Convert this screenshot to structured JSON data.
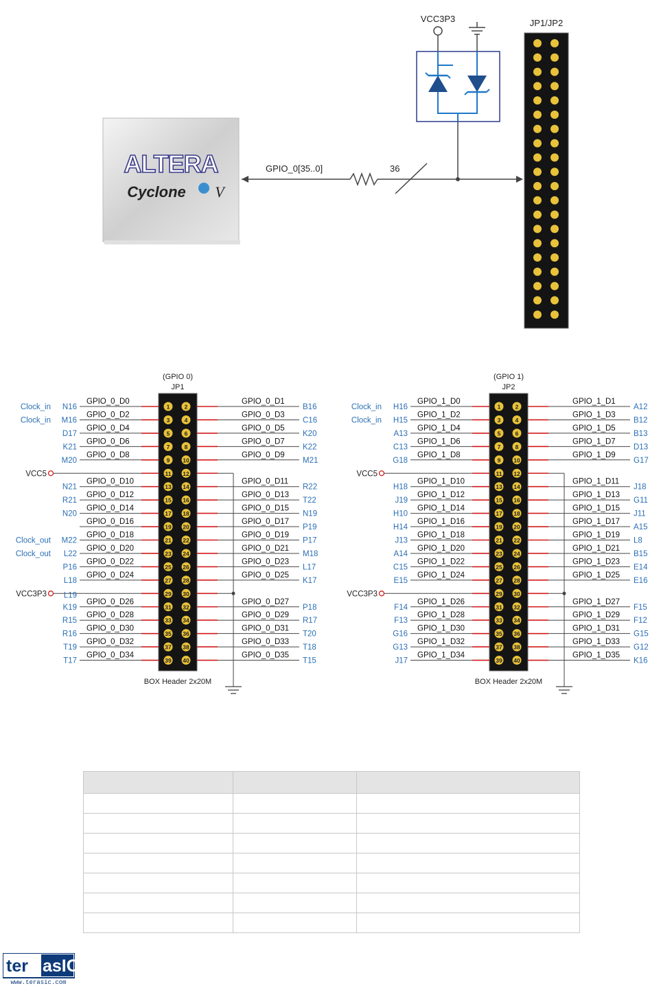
{
  "top_diagram": {
    "vcc_label": "VCC3P3",
    "header_label": "JP1/JP2",
    "bus_label": "GPIO_0[35..0]",
    "bus_width": "36",
    "chip": {
      "brand": "ALTERA",
      "family": "Cyclone",
      "version": "V"
    }
  },
  "headers": [
    {
      "title": "(GPIO 0)",
      "name": "JP1",
      "caption": "BOX Header 2x20M",
      "left_rows": [
        {
          "pin": 1,
          "ext": "Clock_in",
          "fpga": "N16",
          "sig": "GPIO_0_D0"
        },
        {
          "pin": 3,
          "ext": "Clock_in",
          "fpga": "M16",
          "sig": "GPIO_0_D2"
        },
        {
          "pin": 5,
          "ext": "",
          "fpga": "D17",
          "sig": "GPIO_0_D4"
        },
        {
          "pin": 7,
          "ext": "",
          "fpga": "K21",
          "sig": "GPIO_0_D6"
        },
        {
          "pin": 9,
          "ext": "",
          "fpga": "M20",
          "sig": "GPIO_0_D8"
        },
        {
          "pin": 11,
          "ext": "VCC5",
          "fpga": "",
          "sig": ""
        },
        {
          "pin": 13,
          "ext": "",
          "fpga": "N21",
          "sig": "GPIO_0_D10"
        },
        {
          "pin": 15,
          "ext": "",
          "fpga": "R21",
          "sig": "GPIO_0_D12"
        },
        {
          "pin": 17,
          "ext": "",
          "fpga": "N20",
          "sig": "GPIO_0_D14"
        },
        {
          "pin": 19,
          "ext": "",
          "fpga": "",
          "sig": "GPIO_0_D16"
        },
        {
          "pin": 21,
          "ext": "Clock_out",
          "fpga": "M22",
          "sig": "GPIO_0_D18"
        },
        {
          "pin": 23,
          "ext": "Clock_out",
          "fpga": "L22",
          "sig": "GPIO_0_D20"
        },
        {
          "pin": 25,
          "ext": "",
          "fpga": "P16",
          "sig": "GPIO_0_D22"
        },
        {
          "pin": 27,
          "ext": "",
          "fpga": "L18",
          "sig": "GPIO_0_D24"
        },
        {
          "pin": 29,
          "ext": "VCC3P3",
          "fpga": "L19",
          "sig": ""
        },
        {
          "pin": 31,
          "ext": "",
          "fpga": "K19",
          "sig": "GPIO_0_D26"
        },
        {
          "pin": 33,
          "ext": "",
          "fpga": "R15",
          "sig": "GPIO_0_D28"
        },
        {
          "pin": 35,
          "ext": "",
          "fpga": "R16",
          "sig": "GPIO_0_D30"
        },
        {
          "pin": 37,
          "ext": "",
          "fpga": "T19",
          "sig": "GPIO_0_D32"
        },
        {
          "pin": 39,
          "ext": "",
          "fpga": "T17",
          "sig": "GPIO_0_D34"
        }
      ],
      "right_rows": [
        {
          "pin": 2,
          "sig": "GPIO_0_D1",
          "fpga": "B16"
        },
        {
          "pin": 4,
          "sig": "GPIO_0_D3",
          "fpga": "C16"
        },
        {
          "pin": 6,
          "sig": "GPIO_0_D5",
          "fpga": "K20"
        },
        {
          "pin": 8,
          "sig": "GPIO_0_D7",
          "fpga": "K22"
        },
        {
          "pin": 10,
          "sig": "GPIO_0_D9",
          "fpga": "M21"
        },
        {
          "pin": 12,
          "sig": "",
          "fpga": ""
        },
        {
          "pin": 14,
          "sig": "GPIO_0_D11",
          "fpga": "R22"
        },
        {
          "pin": 16,
          "sig": "GPIO_0_D13",
          "fpga": "T22"
        },
        {
          "pin": 18,
          "sig": "GPIO_0_D15",
          "fpga": "N19"
        },
        {
          "pin": 20,
          "sig": "GPIO_0_D17",
          "fpga": "P19"
        },
        {
          "pin": 22,
          "sig": "GPIO_0_D19",
          "fpga": "P17"
        },
        {
          "pin": 24,
          "sig": "GPIO_0_D21",
          "fpga": "M18"
        },
        {
          "pin": 26,
          "sig": "GPIO_0_D23",
          "fpga": "L17"
        },
        {
          "pin": 28,
          "sig": "GPIO_0_D25",
          "fpga": "K17"
        },
        {
          "pin": 30,
          "sig": "",
          "fpga": ""
        },
        {
          "pin": 32,
          "sig": "GPIO_0_D27",
          "fpga": "P18"
        },
        {
          "pin": 34,
          "sig": "GPIO_0_D29",
          "fpga": "R17"
        },
        {
          "pin": 36,
          "sig": "GPIO_0_D31",
          "fpga": "T20"
        },
        {
          "pin": 38,
          "sig": "GPIO_0_D33",
          "fpga": "T18"
        },
        {
          "pin": 40,
          "sig": "GPIO_0_D35",
          "fpga": "T15"
        }
      ]
    },
    {
      "title": "(GPIO 1)",
      "name": "JP2",
      "caption": "BOX Header 2x20M",
      "left_rows": [
        {
          "pin": 1,
          "ext": "Clock_in",
          "fpga": "H16",
          "sig": "GPIO_1_D0"
        },
        {
          "pin": 3,
          "ext": "Clock_in",
          "fpga": "H15",
          "sig": "GPIO_1_D2"
        },
        {
          "pin": 5,
          "ext": "",
          "fpga": "A13",
          "sig": "GPIO_1_D4"
        },
        {
          "pin": 7,
          "ext": "",
          "fpga": "C13",
          "sig": "GPIO_1_D6"
        },
        {
          "pin": 9,
          "ext": "",
          "fpga": "G18",
          "sig": "GPIO_1_D8"
        },
        {
          "pin": 11,
          "ext": "VCC5",
          "fpga": "",
          "sig": ""
        },
        {
          "pin": 13,
          "ext": "",
          "fpga": "H18",
          "sig": "GPIO_1_D10"
        },
        {
          "pin": 15,
          "ext": "",
          "fpga": "J19",
          "sig": "GPIO_1_D12"
        },
        {
          "pin": 17,
          "ext": "",
          "fpga": "H10",
          "sig": "GPIO_1_D14"
        },
        {
          "pin": 19,
          "ext": "",
          "fpga": "H14",
          "sig": "GPIO_1_D16"
        },
        {
          "pin": 21,
          "ext": "",
          "fpga": "J13",
          "sig": "GPIO_1_D18"
        },
        {
          "pin": 23,
          "ext": "",
          "fpga": "A14",
          "sig": "GPIO_1_D20"
        },
        {
          "pin": 25,
          "ext": "",
          "fpga": "C15",
          "sig": "GPIO_1_D22"
        },
        {
          "pin": 27,
          "ext": "",
          "fpga": "E15",
          "sig": "GPIO_1_D24"
        },
        {
          "pin": 29,
          "ext": "VCC3P3",
          "fpga": "",
          "sig": ""
        },
        {
          "pin": 31,
          "ext": "",
          "fpga": "F14",
          "sig": "GPIO_1_D26"
        },
        {
          "pin": 33,
          "ext": "",
          "fpga": "F13",
          "sig": "GPIO_1_D28"
        },
        {
          "pin": 35,
          "ext": "",
          "fpga": "G16",
          "sig": "GPIO_1_D30"
        },
        {
          "pin": 37,
          "ext": "",
          "fpga": "G13",
          "sig": "GPIO_1_D32"
        },
        {
          "pin": 39,
          "ext": "",
          "fpga": "J17",
          "sig": "GPIO_1_D34"
        }
      ],
      "right_rows": [
        {
          "pin": 2,
          "sig": "GPIO_1_D1",
          "fpga": "A12"
        },
        {
          "pin": 4,
          "sig": "GPIO_1_D3",
          "fpga": "B12"
        },
        {
          "pin": 6,
          "sig": "GPIO_1_D5",
          "fpga": "B13"
        },
        {
          "pin": 8,
          "sig": "GPIO_1_D7",
          "fpga": "D13"
        },
        {
          "pin": 10,
          "sig": "GPIO_1_D9",
          "fpga": "G17"
        },
        {
          "pin": 12,
          "sig": "",
          "fpga": ""
        },
        {
          "pin": 14,
          "sig": "GPIO_1_D11",
          "fpga": "J18"
        },
        {
          "pin": 16,
          "sig": "GPIO_1_D13",
          "fpga": "G11"
        },
        {
          "pin": 18,
          "sig": "GPIO_1_D15",
          "fpga": "J11"
        },
        {
          "pin": 20,
          "sig": "GPIO_1_D17",
          "fpga": "A15"
        },
        {
          "pin": 22,
          "sig": "GPIO_1_D19",
          "fpga": "L8"
        },
        {
          "pin": 24,
          "sig": "GPIO_1_D21",
          "fpga": "B15"
        },
        {
          "pin": 26,
          "sig": "GPIO_1_D23",
          "fpga": "E14"
        },
        {
          "pin": 28,
          "sig": "GPIO_1_D25",
          "fpga": "E16"
        },
        {
          "pin": 30,
          "sig": "",
          "fpga": ""
        },
        {
          "pin": 32,
          "sig": "GPIO_1_D27",
          "fpga": "F15"
        },
        {
          "pin": 34,
          "sig": "GPIO_1_D29",
          "fpga": "F12"
        },
        {
          "pin": 36,
          "sig": "GPIO_1_D31",
          "fpga": "G15"
        },
        {
          "pin": 38,
          "sig": "GPIO_1_D33",
          "fpga": "G12"
        },
        {
          "pin": 40,
          "sig": "GPIO_1_D35",
          "fpga": "K16"
        }
      ]
    }
  ],
  "table": {
    "columns": 3,
    "body_rows": 7
  },
  "logo": {
    "text": "terasIC",
    "url": "www.terasic.com"
  },
  "colors": {
    "accent_blue": "#2a6fb5",
    "pin_red": "#d21a1a",
    "pin_gold": "#e8c23a",
    "diode_blue": "#1e78c8",
    "border_navy": "#2a3a8c"
  }
}
